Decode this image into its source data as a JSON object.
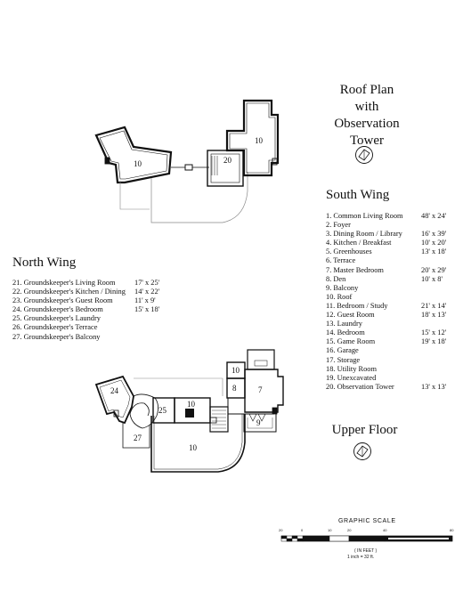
{
  "roof_plan": {
    "title_lines": [
      "Roof Plan",
      "with",
      "Observation",
      "Tower"
    ],
    "room_labels": [
      "10",
      "20",
      "10"
    ]
  },
  "south_wing": {
    "heading": "South Wing",
    "rooms": [
      {
        "label": "1.  Common Living Room",
        "dim": "48' x 24'"
      },
      {
        "label": "2.  Foyer",
        "dim": ""
      },
      {
        "label": "3.  Dining Room / Library",
        "dim": "16' x 39'"
      },
      {
        "label": "4.  Kitchen / Breakfast",
        "dim": "10' x 20'"
      },
      {
        "label": "5.  Greenhouses",
        "dim": "13' x 18'"
      },
      {
        "label": "6.  Terrace",
        "dim": ""
      },
      {
        "label": "7.  Master Bedroom",
        "dim": "20' x 29'"
      },
      {
        "label": "8.  Den",
        "dim": "10' x 8'"
      },
      {
        "label": "9.  Balcony",
        "dim": ""
      },
      {
        "label": "10.  Roof",
        "dim": ""
      },
      {
        "label": "11. Bedroom / Study",
        "dim": "21' x 14'"
      },
      {
        "label": "12. Guest Room",
        "dim": "18' x 13'"
      },
      {
        "label": "13. Laundry",
        "dim": ""
      },
      {
        "label": "14. Bedroom",
        "dim": "15' x 12'"
      },
      {
        "label": "15. Game Room",
        "dim": "19' x 18'"
      },
      {
        "label": "16. Garage",
        "dim": ""
      },
      {
        "label": "17. Storage",
        "dim": ""
      },
      {
        "label": "18. Utility Room",
        "dim": ""
      },
      {
        "label": "19. Unexcavated",
        "dim": ""
      },
      {
        "label": "20. Observation Tower",
        "dim": "13' x 13'"
      }
    ]
  },
  "north_wing": {
    "heading": "North Wing",
    "rooms": [
      {
        "label": "21. Groundskeeper's Living Room",
        "dim": "17' x 25'"
      },
      {
        "label": "22. Groundskeeper's Kitchen / Dining",
        "dim": "14' x 22'"
      },
      {
        "label": "23. Groundskeeper's Guest Room",
        "dim": "11' x 9'"
      },
      {
        "label": "24. Groundskeeper's Bedroom",
        "dim": "15' x 18'"
      },
      {
        "label": "25. Groundskeeper's Laundry",
        "dim": ""
      },
      {
        "label": "26. Groundskeeper's Terrace",
        "dim": ""
      },
      {
        "label": "27. Groundskeeper's Balcony",
        "dim": ""
      }
    ]
  },
  "upper_floor": {
    "title": "Upper Floor",
    "room_labels": [
      "24",
      "25",
      "10",
      "10",
      "8",
      "7",
      "27",
      "10",
      "9"
    ]
  },
  "graphic_scale": {
    "title": "GRAPHIC  SCALE",
    "ticks": [
      "20",
      "0",
      "10",
      "20",
      "40",
      "80"
    ],
    "unit": "( IN FEET )",
    "ratio": "1 inch = 32  ft."
  }
}
